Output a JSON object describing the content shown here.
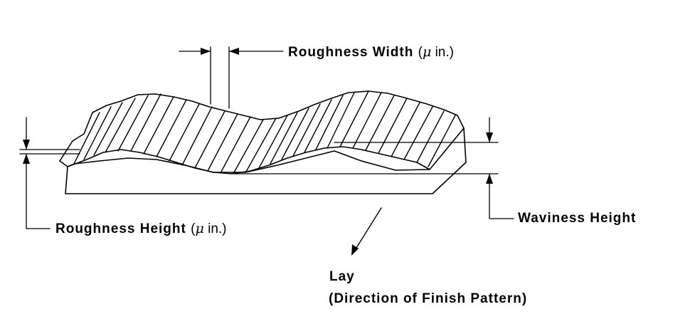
{
  "labels": {
    "roughness_width": {
      "text": "Roughness Width",
      "unit_open": "(",
      "mu": "μ",
      "unit_rest": " in.)"
    },
    "roughness_height": {
      "text": "Roughness Height",
      "unit_open": "(",
      "mu": "μ",
      "unit_rest": "in.)"
    },
    "waviness_height": "Waviness Height",
    "lay": "Lay",
    "lay_description": "(Direction of Finish Pattern)"
  },
  "colors": {
    "line": "#000000",
    "background": "#ffffff"
  }
}
